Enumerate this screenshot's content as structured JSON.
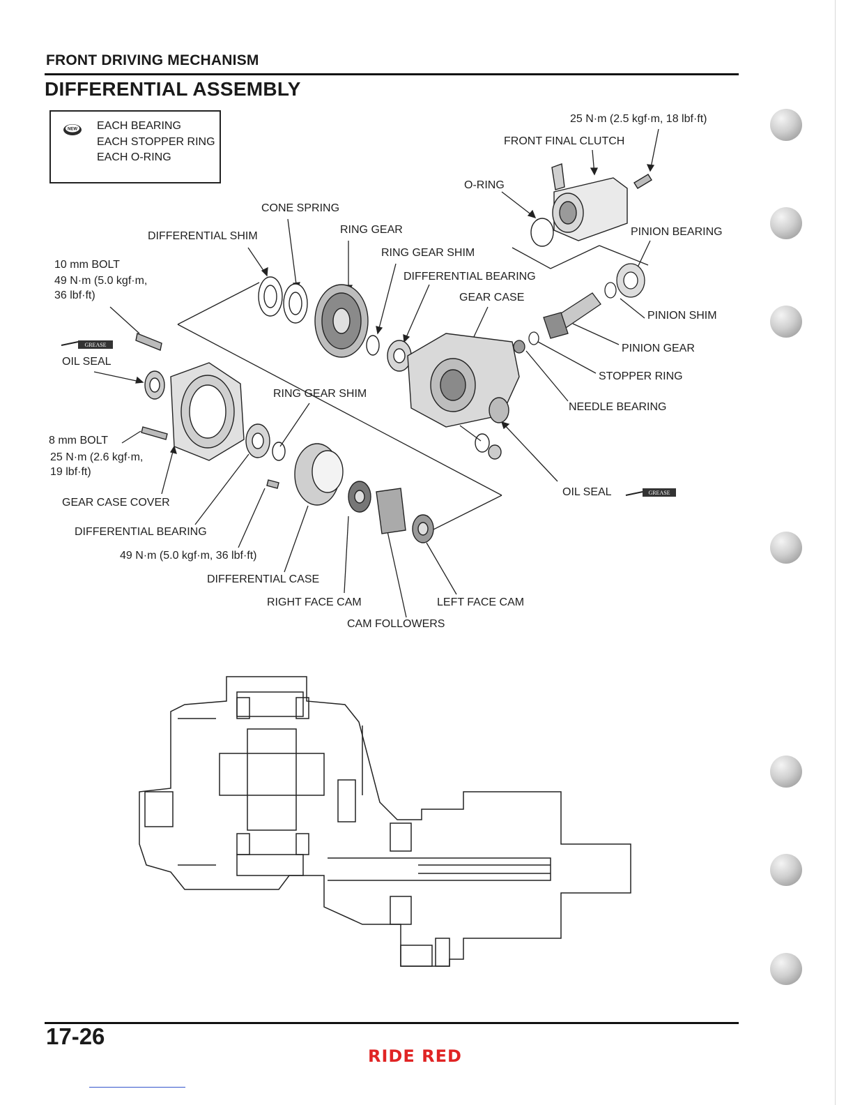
{
  "header": {
    "section": "FRONT DRIVING MECHANISM",
    "title": "DIFFERENTIAL ASSEMBLY"
  },
  "notes": {
    "icon": "new-part-icon",
    "icon_text": "NEW",
    "items": [
      "EACH BEARING",
      "EACH STOPPER RING",
      "EACH O-RING"
    ]
  },
  "labels": {
    "torque_clutch": "25 N·m (2.5 kgf·m, 18 lbf·ft)",
    "front_final_clutch": "FRONT FINAL CLUTCH",
    "o_ring": "O-RING",
    "cone_spring": "CONE SPRING",
    "ring_gear": "RING GEAR",
    "differential_shim": "DIFFERENTIAL SHIM",
    "ring_gear_shim_top": "RING GEAR SHIM",
    "pinion_bearing": "PINION BEARING",
    "differential_bearing_top": "DIFFERENTIAL BEARING",
    "bolt_10mm": "10 mm BOLT",
    "bolt_10mm_torque_1": "49 N·m (5.0 kgf·m,",
    "bolt_10mm_torque_2": "36 lbf·ft)",
    "gear_case": "GEAR CASE",
    "pinion_shim": "PINION SHIM",
    "pinion_gear": "PINION GEAR",
    "oil_seal_left": "OIL SEAL",
    "stopper_ring": "STOPPER RING",
    "ring_gear_shim_mid": "RING GEAR SHIM",
    "needle_bearing": "NEEDLE BEARING",
    "bolt_8mm": "8 mm BOLT",
    "bolt_8mm_torque_1": "25 N·m (2.6 kgf·m,",
    "bolt_8mm_torque_2": "19 lbf·ft)",
    "oil_seal_right": "OIL SEAL",
    "gear_case_cover": "GEAR CASE COVER",
    "differential_bearing_bottom": "DIFFERENTIAL BEARING",
    "torque_49": "49 N·m (5.0 kgf·m, 36 lbf·ft)",
    "differential_case": "DIFFERENTIAL CASE",
    "right_face_cam": "RIGHT FACE CAM",
    "left_face_cam": "LEFT FACE CAM",
    "cam_followers": "CAM FOLLOWERS",
    "grease": "GREASE"
  },
  "footer": {
    "page_number": "17-26",
    "brand": "RIDE RED"
  },
  "colors": {
    "text": "#1a1a1a",
    "brand": "#e02424",
    "rule": "#111111"
  }
}
